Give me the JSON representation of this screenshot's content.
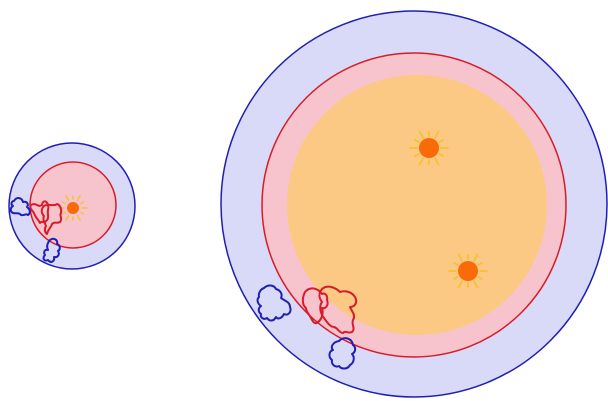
{
  "colors": {
    "background": "#ffffff",
    "outer_zone_fill": "#d9d9f8",
    "outer_zone_stroke": "#1f1fb4",
    "middle_zone_fill": "#f7c3cd",
    "middle_zone_stroke": "#d81c27",
    "inner_zone_fill": "#fbc984",
    "star_core": "#f96a08",
    "star_rays": "#f7c23a",
    "red_outline": "#d81c27",
    "blue_outline": "#1f1fb4"
  },
  "icons": [
    "sun-star-icon",
    "red-blob-shape",
    "blue-blob-shape"
  ],
  "diagram": {
    "small_system": {
      "star_count": 1,
      "red_blob_count": 1,
      "blue_blob_count": 2,
      "has_inner_zone": false
    },
    "large_system": {
      "star_count": 2,
      "red_blob_count": 1,
      "blue_blob_count": 2,
      "has_inner_zone": true
    }
  }
}
